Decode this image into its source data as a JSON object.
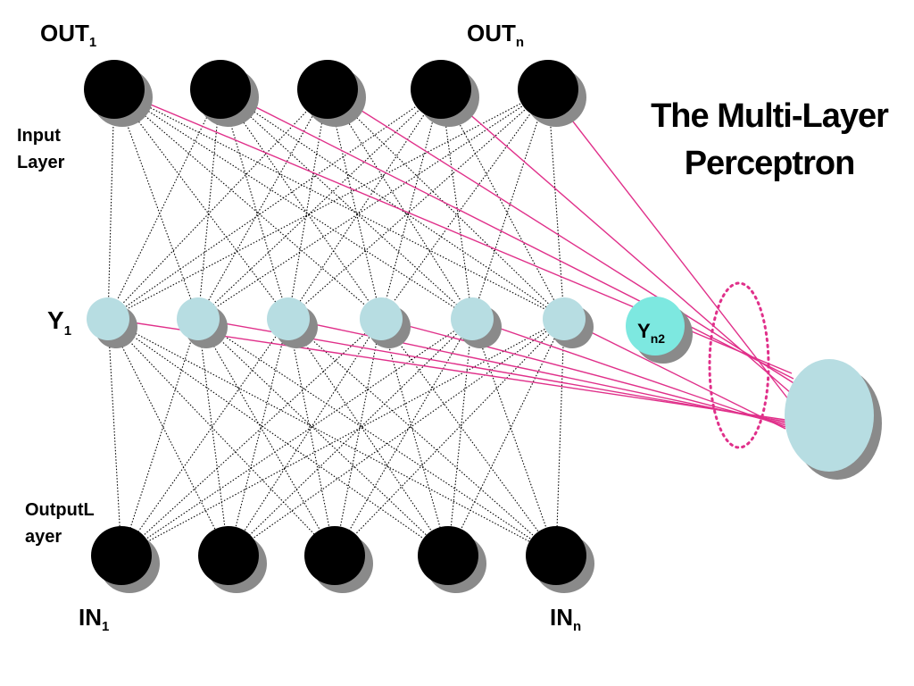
{
  "title": {
    "line1": "The Multi-Layer",
    "line2": "Perceptron"
  },
  "labels": {
    "out_first": {
      "base": "OUT",
      "sub": "1"
    },
    "out_last": {
      "base": "OUT",
      "sub": "n"
    },
    "in_first": {
      "base": "IN",
      "sub": "1"
    },
    "in_last": {
      "base": "IN",
      "sub": "n"
    },
    "y_first": {
      "base": "Y",
      "sub": "1"
    },
    "y_extra": {
      "base": "Y",
      "sub": "n2"
    },
    "input_layer_line1": "Input",
    "input_layer_line2": "Layer",
    "output_layer_line1": "OutputL",
    "output_layer_line2": "ayer"
  },
  "colors": {
    "node_dark": "#000000",
    "node_light": "#b7dde2",
    "node_extra": "#7de8e0",
    "shadow": "#8a8a8a",
    "connection": "#000000",
    "highlight": "#e0308a"
  }
}
